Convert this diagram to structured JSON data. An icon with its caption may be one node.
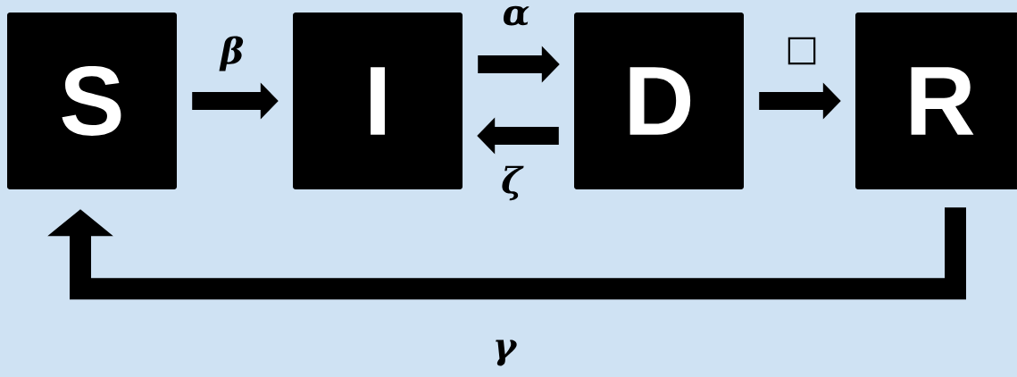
{
  "diagram": {
    "nodes": [
      {
        "text": [
          "S"
        ]
      },
      {
        "text": [
          "I"
        ]
      },
      {
        "text": [
          "D"
        ]
      },
      {
        "text": [
          "R"
        ]
      }
    ],
    "edges": [
      {
        "from": 0,
        "to": 1,
        "arrow": "to",
        "label": "β"
      },
      {
        "from": 1,
        "to": 2,
        "arrow": "to",
        "label": "α"
      },
      {
        "from": 2,
        "to": 1,
        "arrow": "to",
        "label": "ζ"
      },
      {
        "from": 2,
        "to": 3,
        "arrow": "to",
        "label": "□"
      },
      {
        "from": 3,
        "to": 0,
        "arrow": "to",
        "label": "γ"
      }
    ]
  }
}
